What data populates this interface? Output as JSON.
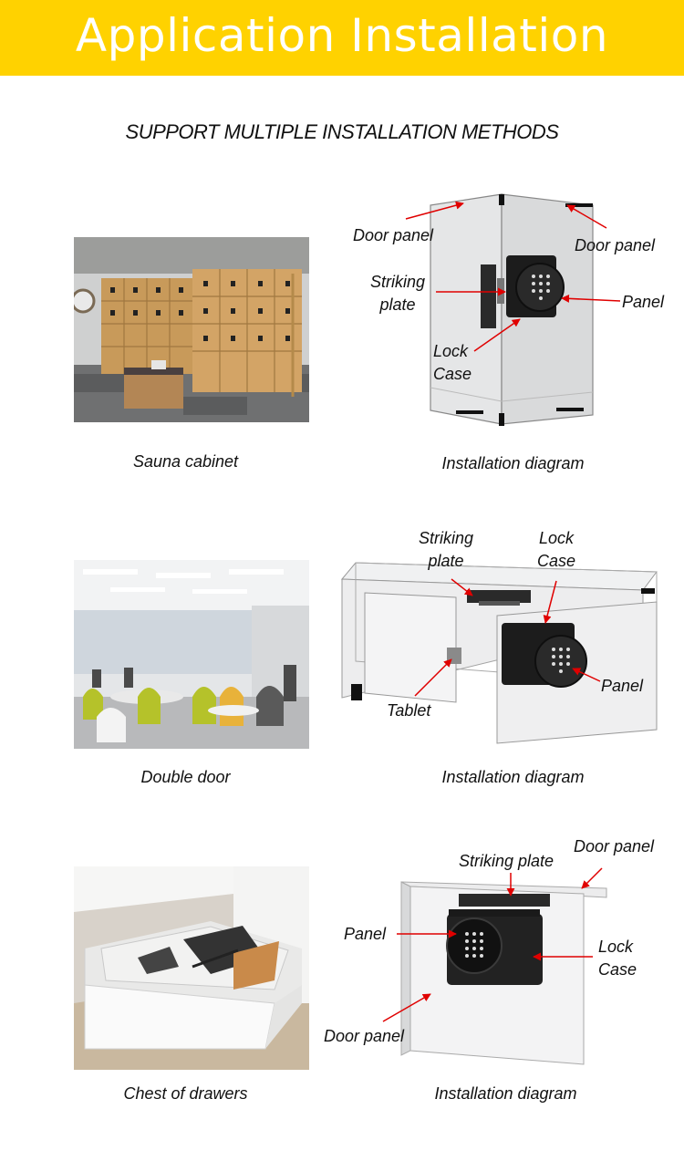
{
  "header": {
    "title": "Application Installation"
  },
  "subtitle": "SUPPORT MULTIPLE INSTALLATION METHODS",
  "sections": [
    {
      "photo_caption": "Sauna cabinet",
      "diagram_caption": "Installation diagram",
      "labels": {
        "door_panel_left": "Door panel",
        "door_panel_right": "Door panel",
        "striking_plate": "Striking\nplate",
        "panel": "Panel",
        "lock_case": "Lock\nCase"
      }
    },
    {
      "photo_caption": "Double door",
      "diagram_caption": "Installation diagram",
      "labels": {
        "striking_plate": "Striking\nplate",
        "lock_case": "Lock\nCase",
        "panel": "Panel",
        "tablet": "Tablet"
      }
    },
    {
      "photo_caption": "Chest of drawers",
      "diagram_caption": "Installation diagram",
      "labels": {
        "door_panel_top": "Door panel",
        "striking_plate": "Striking plate",
        "panel": "Panel",
        "lock_case": "Lock\nCase",
        "door_panel_bottom": "Door panel"
      }
    }
  ],
  "colors": {
    "banner": "#ffd200",
    "arrow": "#e00000",
    "lock": "#1c1c1c"
  }
}
